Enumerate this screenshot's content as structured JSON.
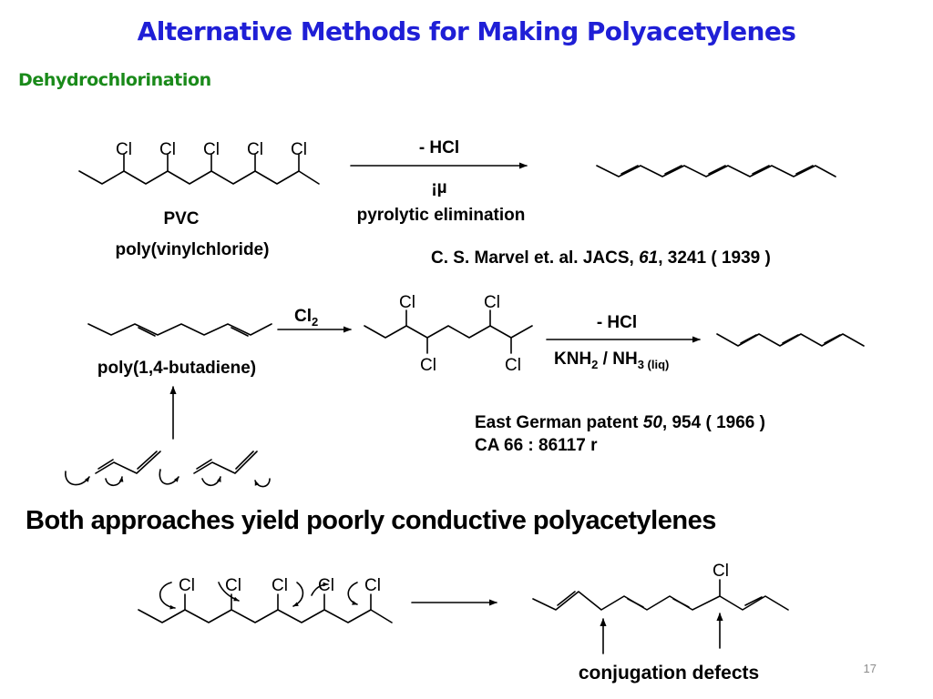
{
  "slide": {
    "title": "Alternative Methods for Making Polyacetylenes",
    "subtitle": "Dehydrochlorination",
    "page_number": "17",
    "colors": {
      "title": "#1f1fd6",
      "subtitle": "#1a8a1a",
      "page_number": "#8c8c8c"
    }
  },
  "scheme1": {
    "chlorine": "Cl",
    "reagent_above": "- HCl",
    "reagent_below": "¡µ",
    "condition": "pyrolytic elimination",
    "polymer_abbrev": "PVC",
    "polymer_name": "poly(vinylchloride)",
    "reference": {
      "text": "C. S. Marvel et. al. JACS, ",
      "volume": "61",
      "pages": ", 3241 ( 1939 )"
    }
  },
  "scheme2": {
    "reagent": "Cl",
    "reagent_sub": "2",
    "polymer_name": "poly(1,4-butadiene)",
    "chlorine": "Cl",
    "reagent_above": "- HCl",
    "base_1": "KNH",
    "base_1_sub": "2",
    "base_sep": " / NH",
    "base_2_sub": "3",
    "base_2_suffix": " (liq)",
    "reference": {
      "line1_text": "East German patent ",
      "line1_volume": "50",
      "line1_rest": ", 954 ( 1966 )",
      "line2": "CA 66 : 86117 r"
    }
  },
  "conclusion": {
    "statement": "Both approaches yield poorly conductive polyacetylenes",
    "chlorine": "Cl",
    "defect_label": "conjugation defects"
  }
}
